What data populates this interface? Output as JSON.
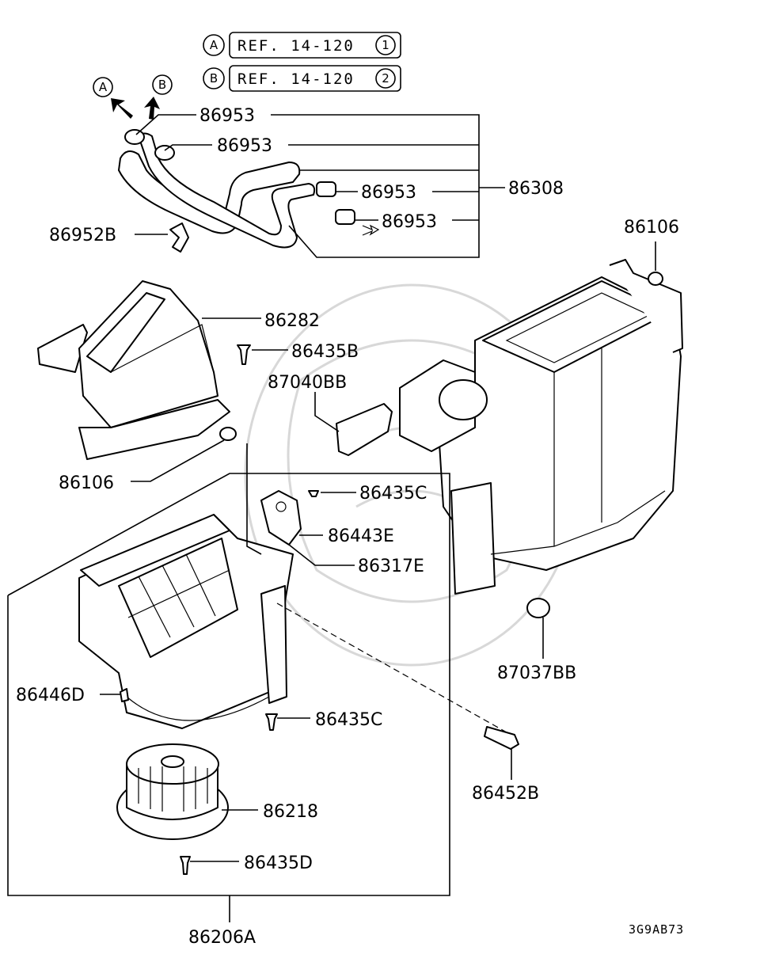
{
  "refs": [
    {
      "letter": "A",
      "text": "REF. 14-120",
      "num": "1"
    },
    {
      "letter": "B",
      "text": "REF. 14-120",
      "num": "2"
    }
  ],
  "arrows": [
    "A",
    "B"
  ],
  "labels": {
    "hose_clamp_1": "86953",
    "hose_clamp_2": "86953",
    "hose_clamp_3": "86953",
    "hose_clamp_4": "86953",
    "hose_assy": "86308",
    "hose_clip": "86952B",
    "grommet_top_right": "86106",
    "duct": "86282",
    "screw_duct": "86435B",
    "drain_plate": "87040BB",
    "grommet_left": "86106",
    "screw_actuator": "86435C",
    "actuator": "86443E",
    "actuator_bracket": "86317E",
    "clip_blower": "86446D",
    "screw_blower": "86435C",
    "fan_motor": "86218",
    "screw_motor": "86435D",
    "blower_assy": "86206A",
    "bolt": "86452B",
    "drain_grommet": "87037BB"
  },
  "diagram_code": "3G9AB73"
}
